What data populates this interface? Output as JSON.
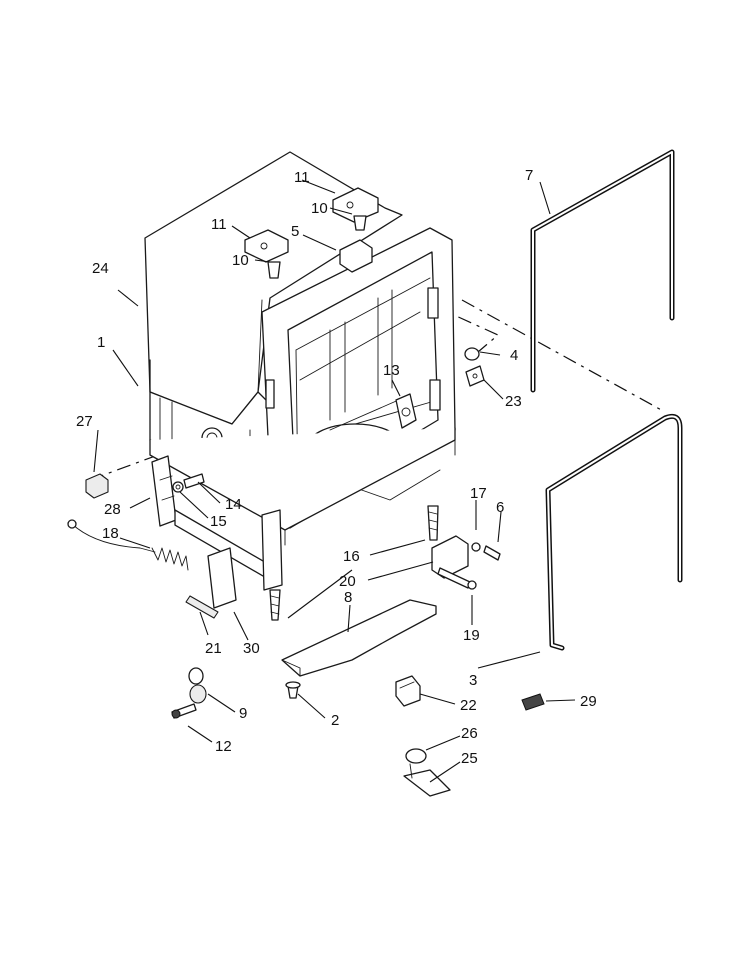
{
  "callouts": {
    "c1": "1",
    "c2": "2",
    "c3": "3",
    "c4": "4",
    "c5": "5",
    "c6": "6",
    "c7": "7",
    "c8": "8",
    "c9": "9",
    "c10a": "10",
    "c10b": "10",
    "c11a": "11",
    "c11b": "11",
    "c12": "12",
    "c13": "13",
    "c14": "14",
    "c15": "15",
    "c16": "16",
    "c17": "17",
    "c18": "18",
    "c19": "19",
    "c20": "20",
    "c21": "21",
    "c22": "22",
    "c23": "23",
    "c24": "24",
    "c25": "25",
    "c26": "26",
    "c27": "27",
    "c28": "28",
    "c29": "29",
    "c30": "30"
  },
  "colors": {
    "line": "#1a1a1a",
    "background": "#ffffff"
  }
}
